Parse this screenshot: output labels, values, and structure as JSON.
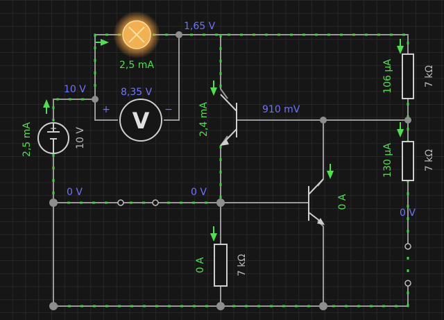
{
  "labels": {
    "lamp_voltage": "1,65 V",
    "lamp_current": "2,5 mA",
    "source_top_voltage": "10 V",
    "voltmeter_reading": "8,35 V",
    "voltmeter_plus": "+",
    "voltmeter_minus": "−",
    "voltmeter_symbol": "V",
    "battery_current": "2,5 mA",
    "battery_voltage": "10 V",
    "ground_left": "0 V",
    "ground_mid": "0 V",
    "ground_right": "0 V",
    "q1_current": "2,4 mA",
    "q1_collector_voltage": "910 mV",
    "q2_current": "0 A",
    "r_top_current": "106 µA",
    "r_top_value": "7 kΩ",
    "r_mid_current": "130 µA",
    "r_mid_value": "7 kΩ",
    "r_bottom_current": "0 A",
    "r_bottom_value": "7 kΩ"
  },
  "colors": {
    "voltage": "#6f74ff",
    "current": "#4ee04e",
    "wire": "#9a9a9a",
    "lamp_glow": "#f0a040"
  },
  "icons": [
    "lamp-icon",
    "battery-icon",
    "voltmeter-icon",
    "npn-transistor-icon",
    "resistor-icon",
    "switch-icon"
  ]
}
